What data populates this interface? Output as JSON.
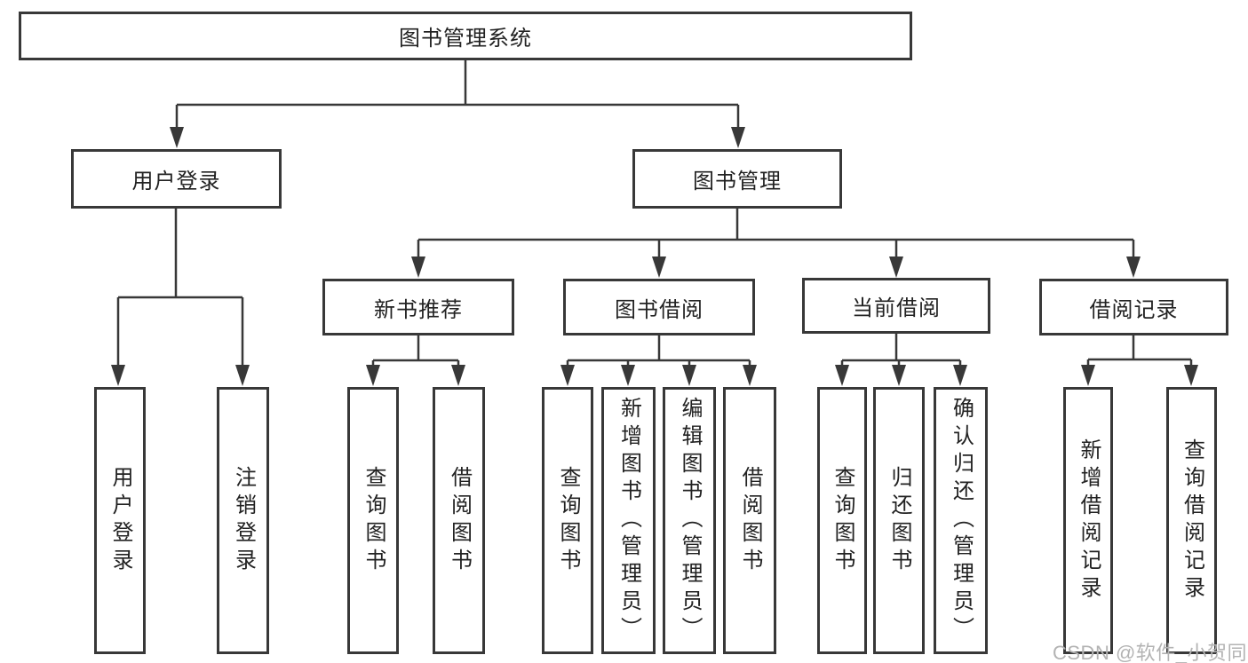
{
  "diagram": {
    "root": {
      "label": "图书管理系统"
    },
    "level2": [
      {
        "label": "用户登录",
        "children": [
          {
            "label": "用户登录"
          },
          {
            "label": "注销登录"
          }
        ]
      },
      {
        "label": "图书管理",
        "children": [
          {
            "label": "新书推荐",
            "children": [
              {
                "label": "查询图书"
              },
              {
                "label": "借阅图书"
              }
            ]
          },
          {
            "label": "图书借阅",
            "children": [
              {
                "label": "查询图书"
              },
              {
                "label": "新增图书（管理员）"
              },
              {
                "label": "编辑图书（管理员）"
              },
              {
                "label": "借阅图书"
              }
            ]
          },
          {
            "label": "当前借阅",
            "children": [
              {
                "label": "查询图书"
              },
              {
                "label": "归还图书"
              },
              {
                "label": "确认归还（管理员）"
              }
            ]
          },
          {
            "label": "借阅记录",
            "children": [
              {
                "label": "新增借阅记录"
              },
              {
                "label": "查询借阅记录"
              }
            ]
          }
        ]
      }
    ]
  },
  "watermark": {
    "text": "CSDN @软件_小贺同学"
  },
  "colors": {
    "line": "#383838",
    "box_border": "#383838",
    "text": "#222222",
    "watermark": "#b3b3b3",
    "background": "#ffffff"
  }
}
